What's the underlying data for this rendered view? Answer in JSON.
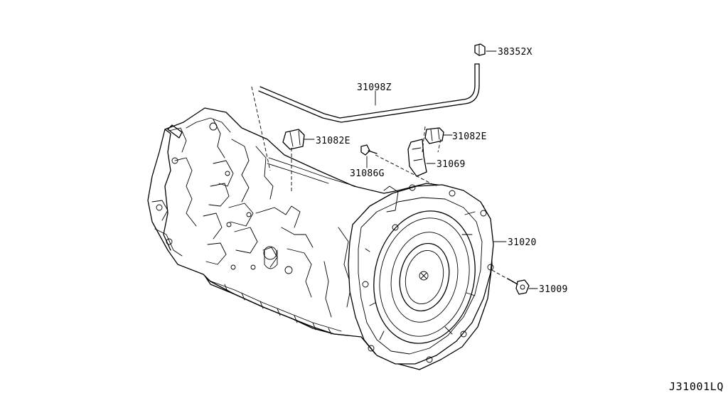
{
  "diagram": {
    "id": "J31001LQ",
    "parts": [
      {
        "key": "p38352x",
        "number": "38352X"
      },
      {
        "key": "p31098z",
        "number": "31098Z"
      },
      {
        "key": "p31082e_left",
        "number": "31082E"
      },
      {
        "key": "p31082e_right",
        "number": "31082E"
      },
      {
        "key": "p31086g",
        "number": "31086G"
      },
      {
        "key": "p31069",
        "number": "31069"
      },
      {
        "key": "p31020",
        "number": "31020"
      },
      {
        "key": "p31009",
        "number": "31009"
      }
    ]
  }
}
